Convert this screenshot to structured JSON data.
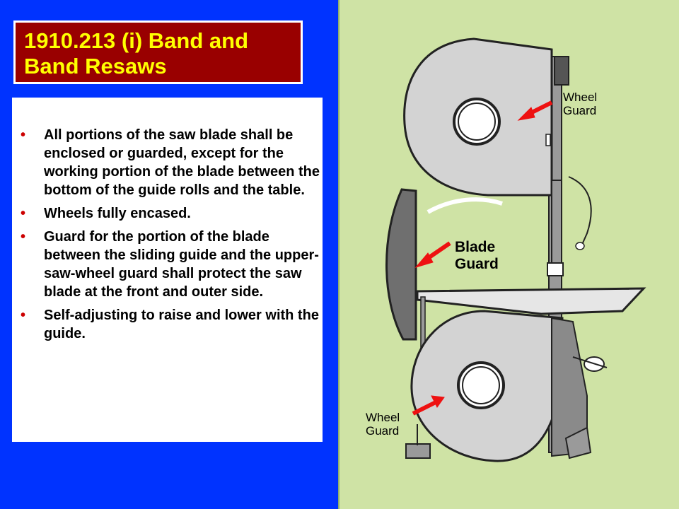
{
  "title": {
    "line1": "1910.213 (i) Band and",
    "line2": "Band Resaws"
  },
  "bullets": [
    "All portions of the saw blade shall be enclosed or guarded, except for the working portion of the blade between the bottom of the guide rolls and the table.",
    "Wheels fully encased.",
    "Guard for the portion of the blade between the sliding guide and the upper-saw-wheel guard shall protect the saw blade at the front and outer side.",
    "Self-adjusting to raise and lower with the guide."
  ],
  "bullet_symbol": "•",
  "illustration": {
    "upper_label_line1": "Wheel",
    "upper_label_line2": "Guard",
    "blade_label_line1": "Blade",
    "blade_label_line2": "Guard",
    "lower_label_line1": "Wheel",
    "lower_label_line2": "Guard"
  },
  "colors": {
    "background": "#0033ff",
    "title_bg": "#990000",
    "title_text": "#ffff00",
    "bullet": "#cc0000",
    "illustration_bg": "#cfe3a5",
    "arrow": "#ee1111"
  }
}
